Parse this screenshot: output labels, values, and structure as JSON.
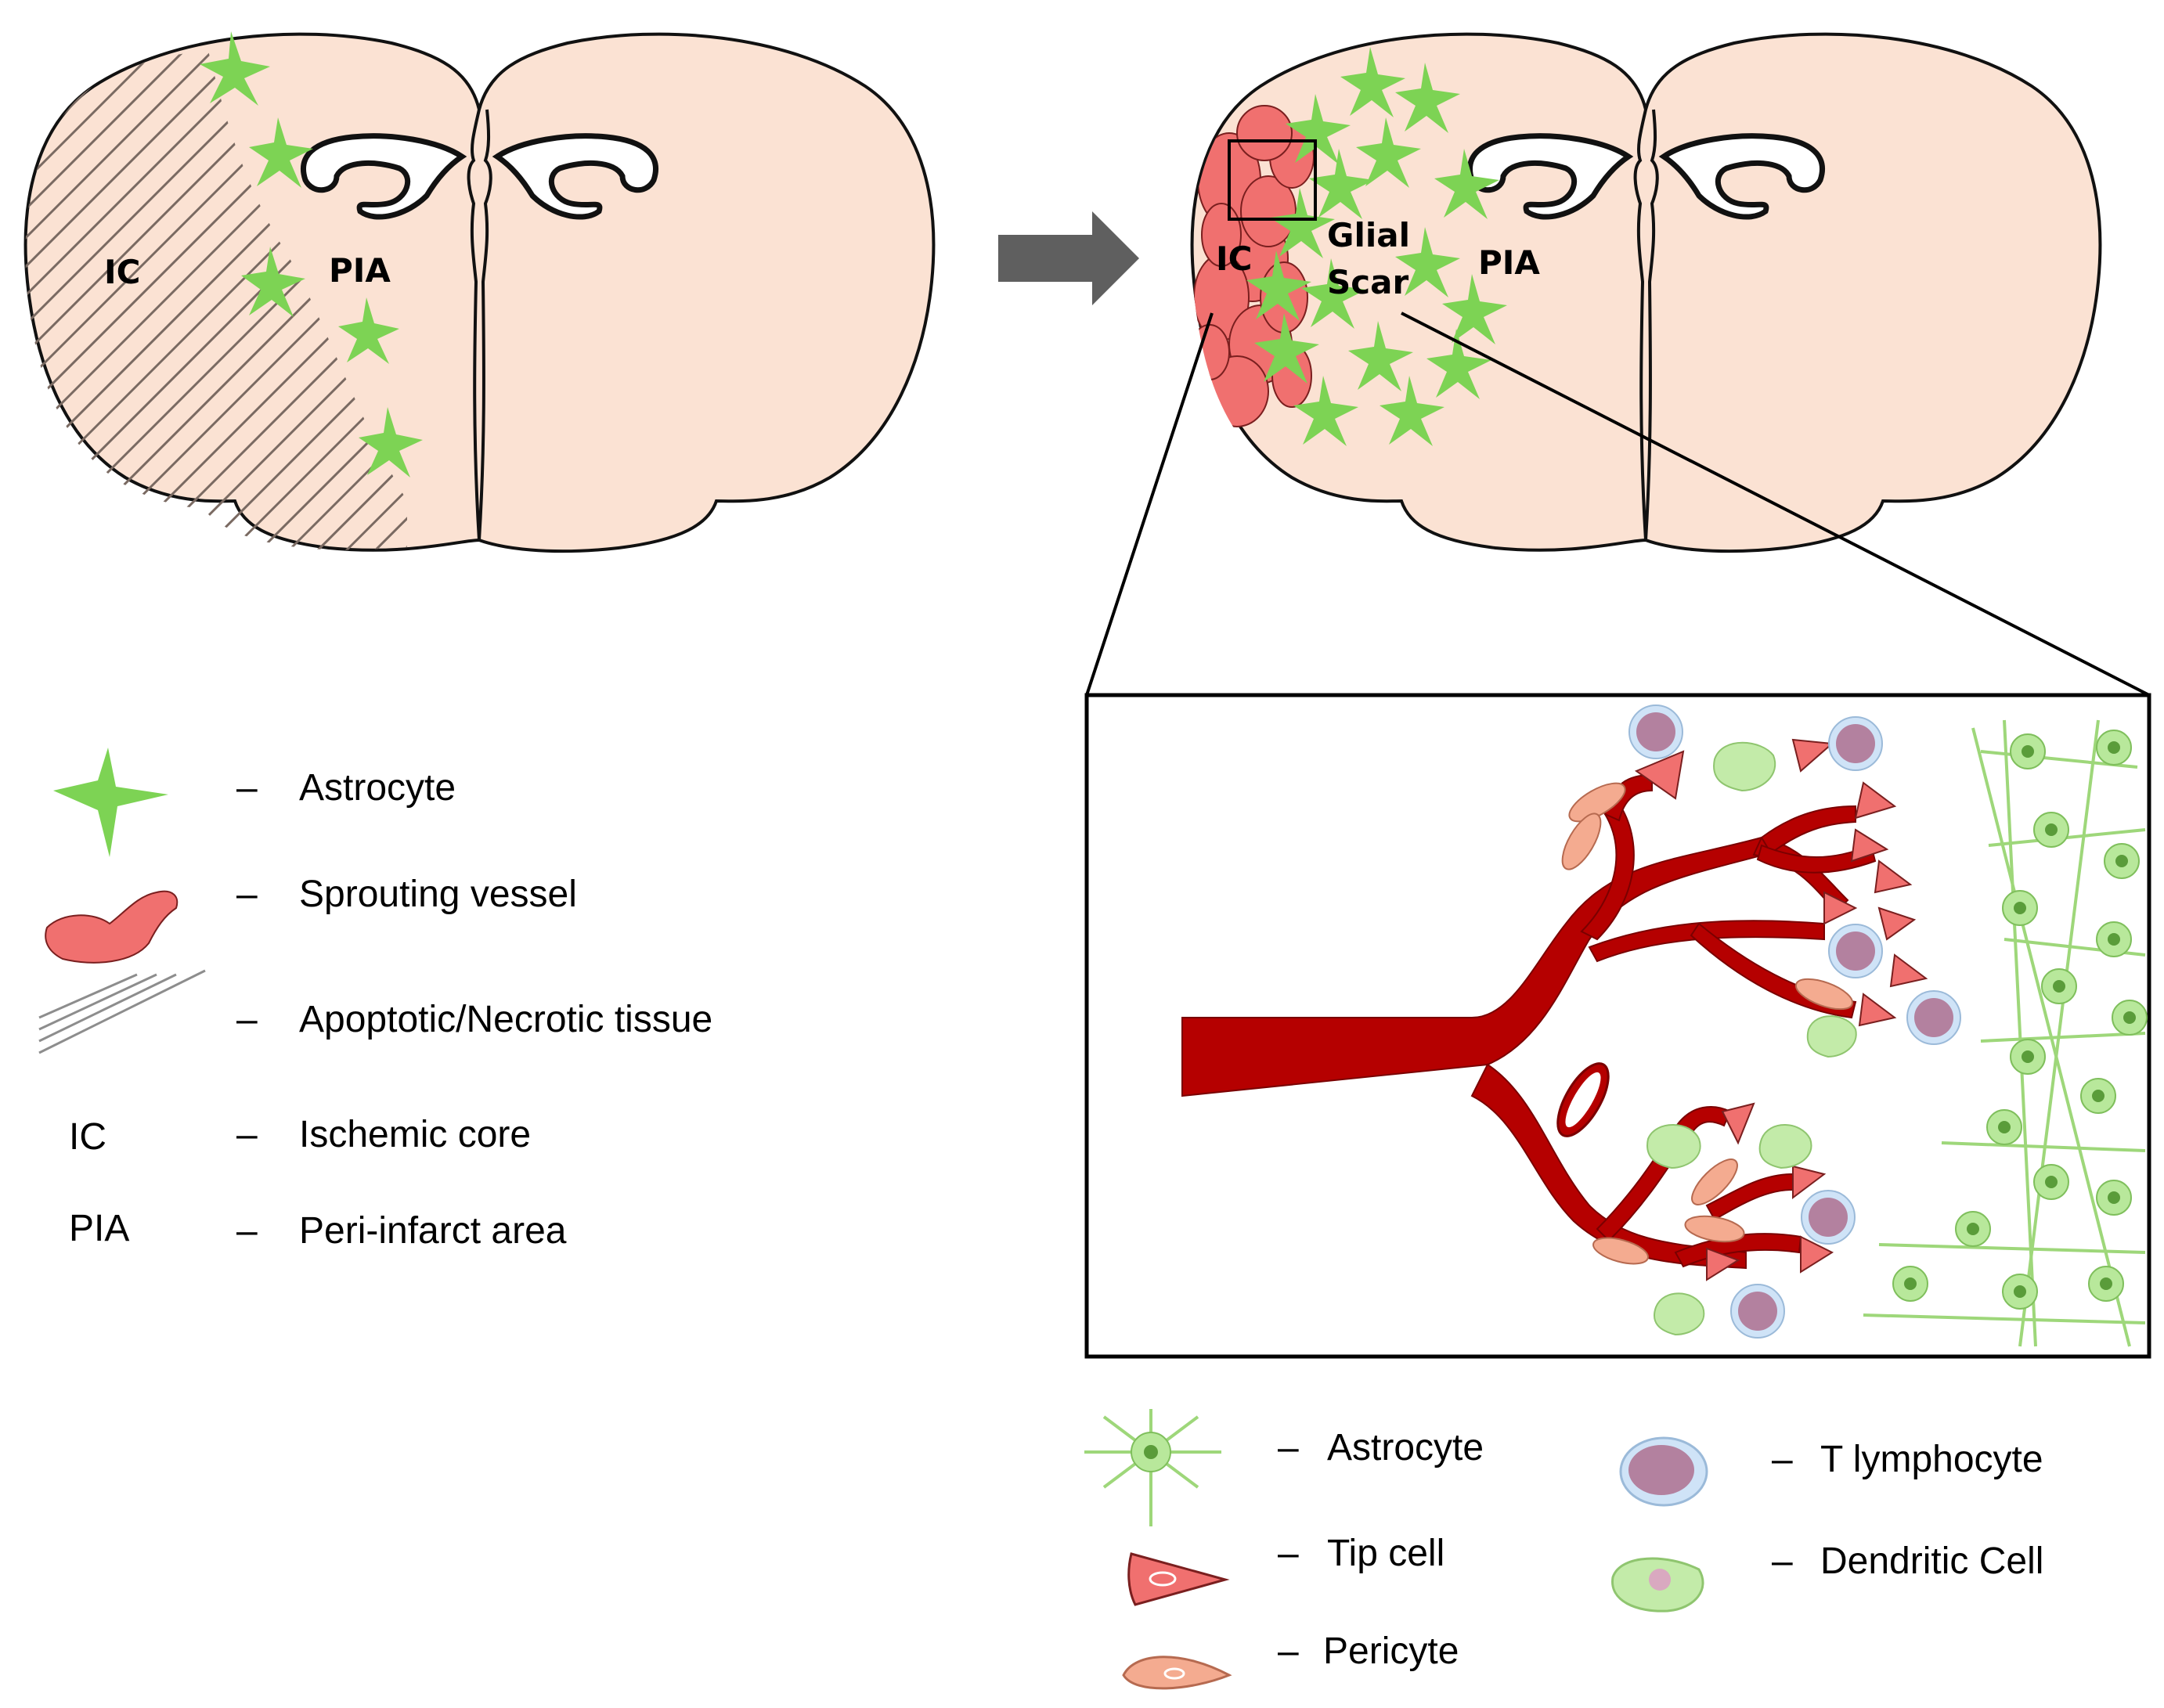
{
  "left_brain": {
    "label_ic": "IC",
    "label_pia": "PIA"
  },
  "right_brain": {
    "label_ic": "IC",
    "label_glial_line1": "Glial",
    "label_glial_line2": "Scar",
    "label_pia": "PIA"
  },
  "legend_left": {
    "dash": "–",
    "items": [
      {
        "icon": "astrocyte-star-icon",
        "label": "Astrocyte"
      },
      {
        "icon": "sprouting-vessel-icon",
        "label": "Sprouting vessel"
      },
      {
        "icon": "hatched-lines-icon",
        "label": "Apoptotic/Necrotic tissue"
      },
      {
        "abbr": "IC",
        "label": "Ischemic core"
      },
      {
        "abbr": "PIA",
        "label": "Peri-infarct area"
      }
    ]
  },
  "legend_right": {
    "items": [
      {
        "icon": "astrocyte-cell-icon",
        "label": "Astrocyte"
      },
      {
        "icon": "tip-cell-icon",
        "label": "Tip cell"
      },
      {
        "icon": "pericyte-icon",
        "label": "Pericyte"
      },
      {
        "icon": "t-lymphocyte-icon",
        "label": "T lymphocyte"
      },
      {
        "icon": "dendritic-cell-icon",
        "label": "Dendritic Cell"
      }
    ]
  },
  "colors": {
    "brain_fill": "#fbe2d3",
    "outline": "#111111",
    "astrocyte_star": "#7dd354",
    "vessel_red": "#b50000",
    "tip_cell": "#f0706f",
    "pericyte": "#f4ab90",
    "t_cell": "#b3819f",
    "dendritic": "#c3eba9",
    "arrow": "#5f5f5f"
  }
}
